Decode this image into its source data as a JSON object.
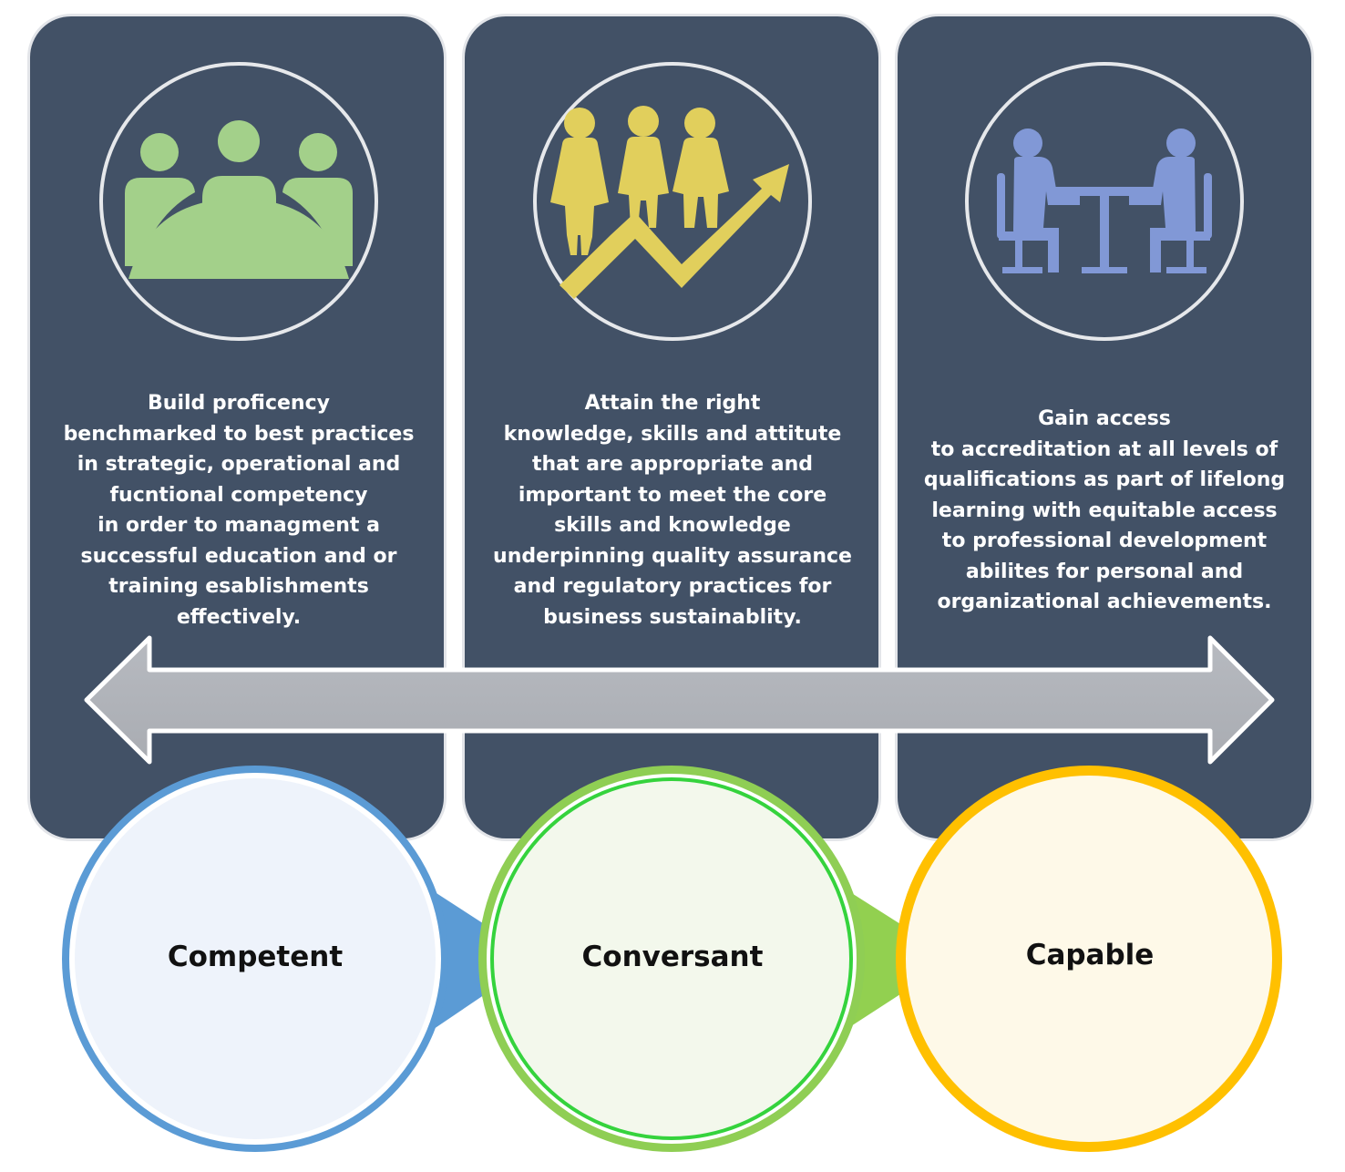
{
  "panels": [
    {
      "id": "competent",
      "icon": "team-meeting-icon",
      "icon_color": "#a3d08a",
      "text": "Build proficency\nbenchmarked to best practices\nin strategic, operational and\nfucntional competency\nin order to managment a\nsuccessful education and or\ntraining esablishments\neffectively."
    },
    {
      "id": "conversant",
      "icon": "team-growth-icon",
      "icon_color": "#e1cf5c",
      "text": "Attain the right\nknowledge, skills and attitute\nthat are appropriate and\nimportant to meet the core\nskills and knowledge\nunderpinning quality assurance\nand regulatory practices for\nbusiness sustainablity."
    },
    {
      "id": "capable",
      "icon": "consultation-icon",
      "icon_color": "#8198d6",
      "text": "Gain access\nto accreditation at all levels of\nqualifications as part of lifelong\nlearning with equitable access\nto professional development\nabilites for personal and\norganizational achievements."
    }
  ],
  "stages": [
    {
      "label": "Competent",
      "ring_color": "#5b9bd5",
      "fill_color": "#eef3fb"
    },
    {
      "label": "Conversant",
      "ring_color": "#8fce54",
      "fill_color": "#f3f8ec"
    },
    {
      "label": "Capable",
      "ring_color": "#ffc000",
      "fill_color": "#fef9e8"
    }
  ],
  "arrow": {
    "name": "double-headed-arrow",
    "color": "#b0b3b9"
  }
}
